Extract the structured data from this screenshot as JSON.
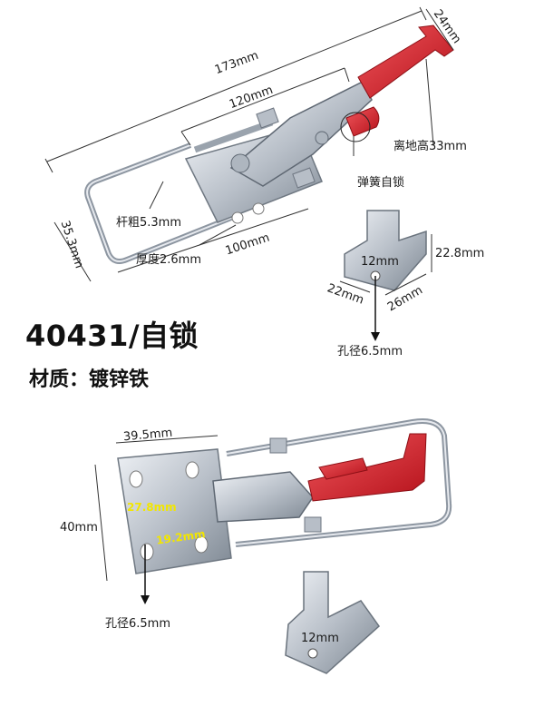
{
  "product": {
    "model_title": "40431/自锁",
    "material_line": "材质：镀锌铁"
  },
  "top_dimensions": {
    "overall_length": "173mm",
    "rod_length": "120mm",
    "handle_width": "24mm",
    "height_from_ground": "离地高33mm",
    "spring_lock": "弹簧自锁",
    "rod_diameter": "杆粗5.3mm",
    "width": "35.3mm",
    "thickness": "厚度2.6mm",
    "base_length": "100mm"
  },
  "catch_top": {
    "height": "22.8mm",
    "slot": "12mm",
    "depth": "22mm",
    "width": "26mm",
    "hole": "孔径6.5mm"
  },
  "bottom_dimensions": {
    "plate_width": "39.5mm",
    "plate_height": "40mm",
    "hole_spacing_a": "27.8mm",
    "hole_spacing_b": "19.2mm",
    "hole": "孔径6.5mm"
  },
  "catch_bottom": {
    "slot": "12mm"
  },
  "colors": {
    "handle_red": "#d8242c",
    "steel": "#c7ccd3",
    "dimension_yellow": "#f2e600"
  }
}
